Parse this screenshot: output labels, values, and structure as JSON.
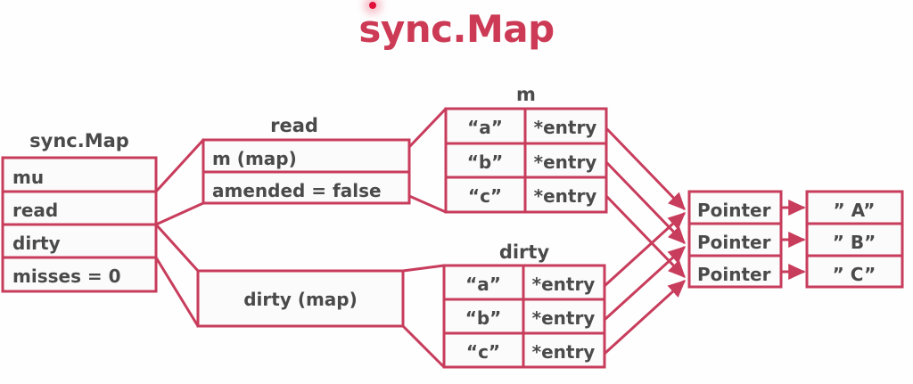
{
  "title": "sync.Map",
  "colors": {
    "accent": "#c83c5c",
    "title": "#cc3a55",
    "text": "#4a4a4a",
    "dot": "#e1103a",
    "box_fill": "#fcfbfb"
  },
  "struct": {
    "caption": "sync.Map",
    "fields": [
      {
        "label": "mu"
      },
      {
        "label": "read"
      },
      {
        "label": "dirty"
      },
      {
        "label": "misses = ",
        "value": "0",
        "value_italic": true
      }
    ]
  },
  "read_box": {
    "caption": "read",
    "rows": [
      {
        "label": "m  (map)"
      },
      {
        "label": "amended  = ",
        "value": "false",
        "value_italic": true
      }
    ]
  },
  "dirty_box": {
    "label": "dirty (map)"
  },
  "m_table": {
    "caption": "m",
    "rows": [
      {
        "key": "“a”",
        "value": "*entry"
      },
      {
        "key": "“b”",
        "value": "*entry"
      },
      {
        "key": "“c”",
        "value": "*entry"
      }
    ]
  },
  "dirty_table": {
    "caption": "dirty",
    "rows": [
      {
        "key": "“a”",
        "value": "*entry"
      },
      {
        "key": "“b”",
        "value": "*entry"
      },
      {
        "key": "“c”",
        "value": "*entry"
      }
    ]
  },
  "pointer_table": {
    "rows": [
      {
        "label": "Pointer"
      },
      {
        "label": "Pointer"
      },
      {
        "label": "Pointer"
      }
    ]
  },
  "value_table": {
    "rows": [
      {
        "label": "” A”"
      },
      {
        "label": "” B”"
      },
      {
        "label": "” C”"
      }
    ]
  }
}
